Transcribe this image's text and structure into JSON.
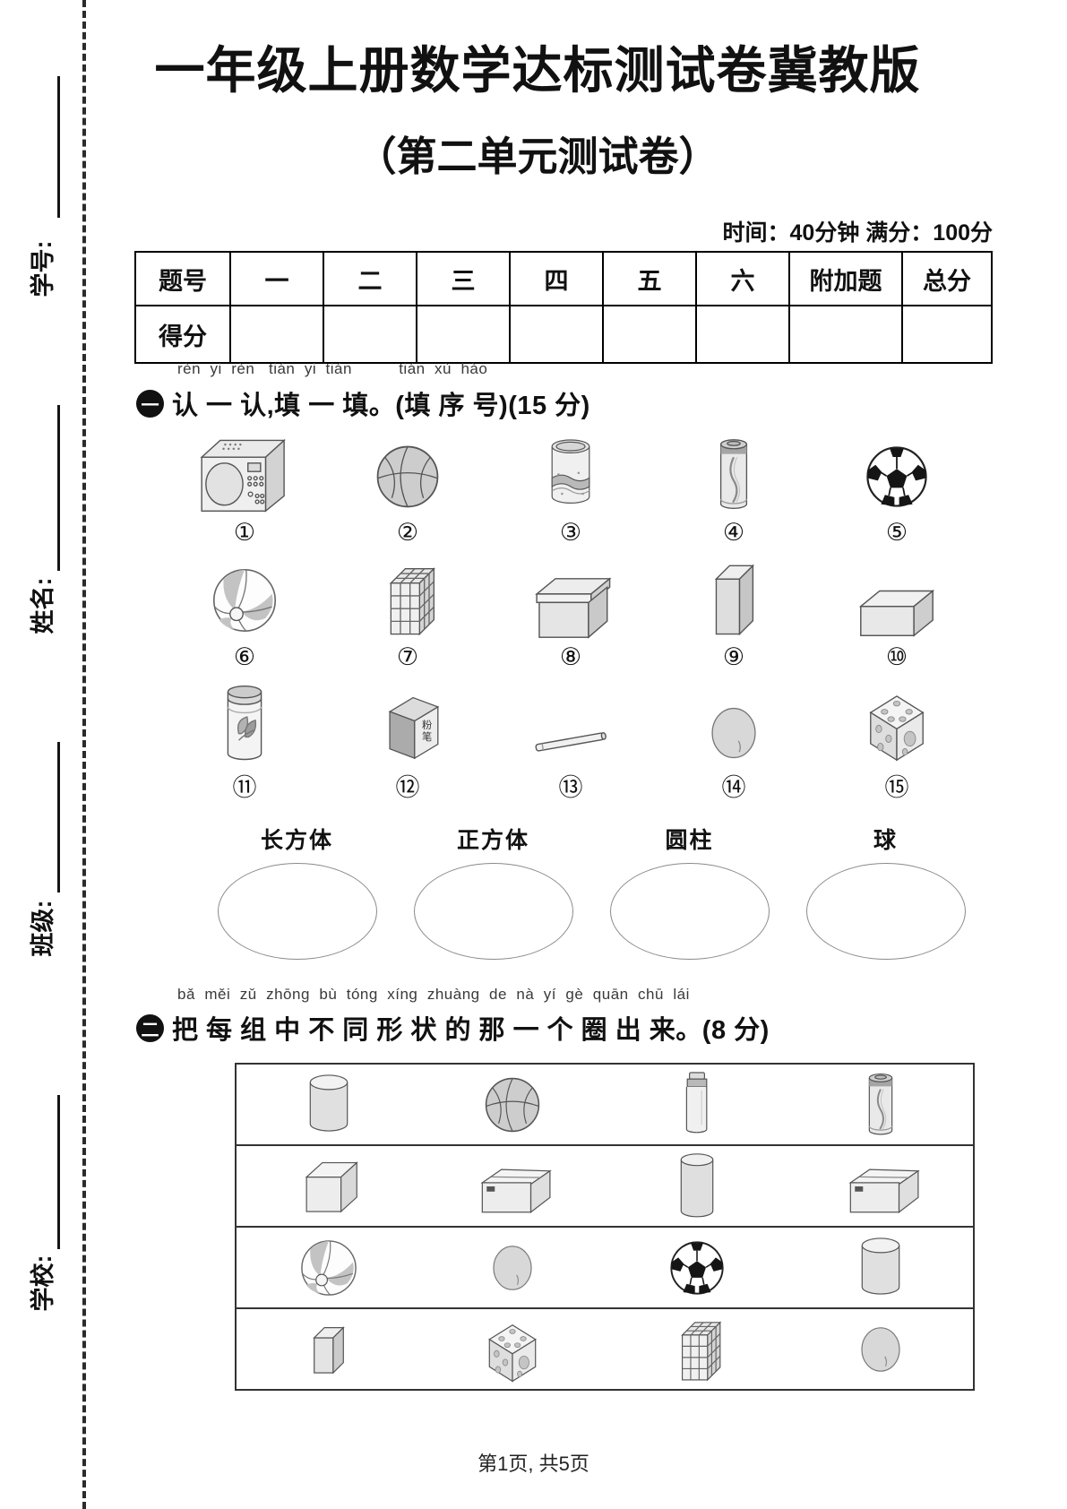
{
  "page": {
    "footer": "第1页, 共5页"
  },
  "sidebar": {
    "fields": [
      {
        "label": "学号:"
      },
      {
        "label": "姓名:"
      },
      {
        "label": "班级:"
      },
      {
        "label": "学校:"
      }
    ]
  },
  "header": {
    "title": "一年级上册数学达标测试卷冀教版",
    "subtitle": "（第二单元测试卷）",
    "meta": "时间：40分钟  满分：100分"
  },
  "score_table": {
    "row1_label": "题号",
    "row2_label": "得分",
    "columns": [
      "一",
      "二",
      "三",
      "四",
      "五",
      "六",
      "附加题",
      "总分"
    ]
  },
  "q1": {
    "pinyin": "rèn  yi  rèn   tián  yi  tián          tián  xù  hào",
    "number_badge": "一",
    "text": "认 一 认,填 一 填。(填 序 号)(15 分)",
    "chalk_label": "粉笔",
    "items": [
      {
        "num": "①",
        "name": "microwave"
      },
      {
        "num": "②",
        "name": "basketball"
      },
      {
        "num": "③",
        "name": "canister"
      },
      {
        "num": "④",
        "name": "soda-can"
      },
      {
        "num": "⑤",
        "name": "soccer-ball"
      },
      {
        "num": "⑥",
        "name": "beach-ball"
      },
      {
        "num": "⑦",
        "name": "rubiks-cube"
      },
      {
        "num": "⑧",
        "name": "box-with-lid"
      },
      {
        "num": "⑨",
        "name": "cuboid"
      },
      {
        "num": "⑩",
        "name": "cuboid-flat"
      },
      {
        "num": "⑪",
        "name": "jar"
      },
      {
        "num": "⑫",
        "name": "chalk-box"
      },
      {
        "num": "⑬",
        "name": "stick"
      },
      {
        "num": "⑭",
        "name": "ball"
      },
      {
        "num": "⑮",
        "name": "dice"
      }
    ],
    "categories": [
      "长方体",
      "正方体",
      "圆柱",
      "球"
    ]
  },
  "q2": {
    "pinyin": "bǎ  měi  zǔ  zhōng  bù  tóng  xíng  zhuàng  de  nà  yí  gè  quān  chū  lái",
    "number_badge": "二",
    "text": "把 每 组 中 不 同 形 状 的 那 一 个 圈 出 来。(8 分)",
    "rows": [
      [
        "cylinder",
        "basketball",
        "bottle",
        "soda-can"
      ],
      [
        "cube",
        "carton",
        "cylinder-tall",
        "carton"
      ],
      [
        "beach-ball",
        "ball",
        "soccer-ball",
        "cylinder"
      ],
      [
        "cuboid-small",
        "dice",
        "rubiks-cube",
        "ball"
      ]
    ]
  },
  "colors": {
    "ink": "#111111",
    "pinyin_text": "#3a3a3a",
    "table_border": "#000000",
    "badge_bg": "#111111"
  }
}
